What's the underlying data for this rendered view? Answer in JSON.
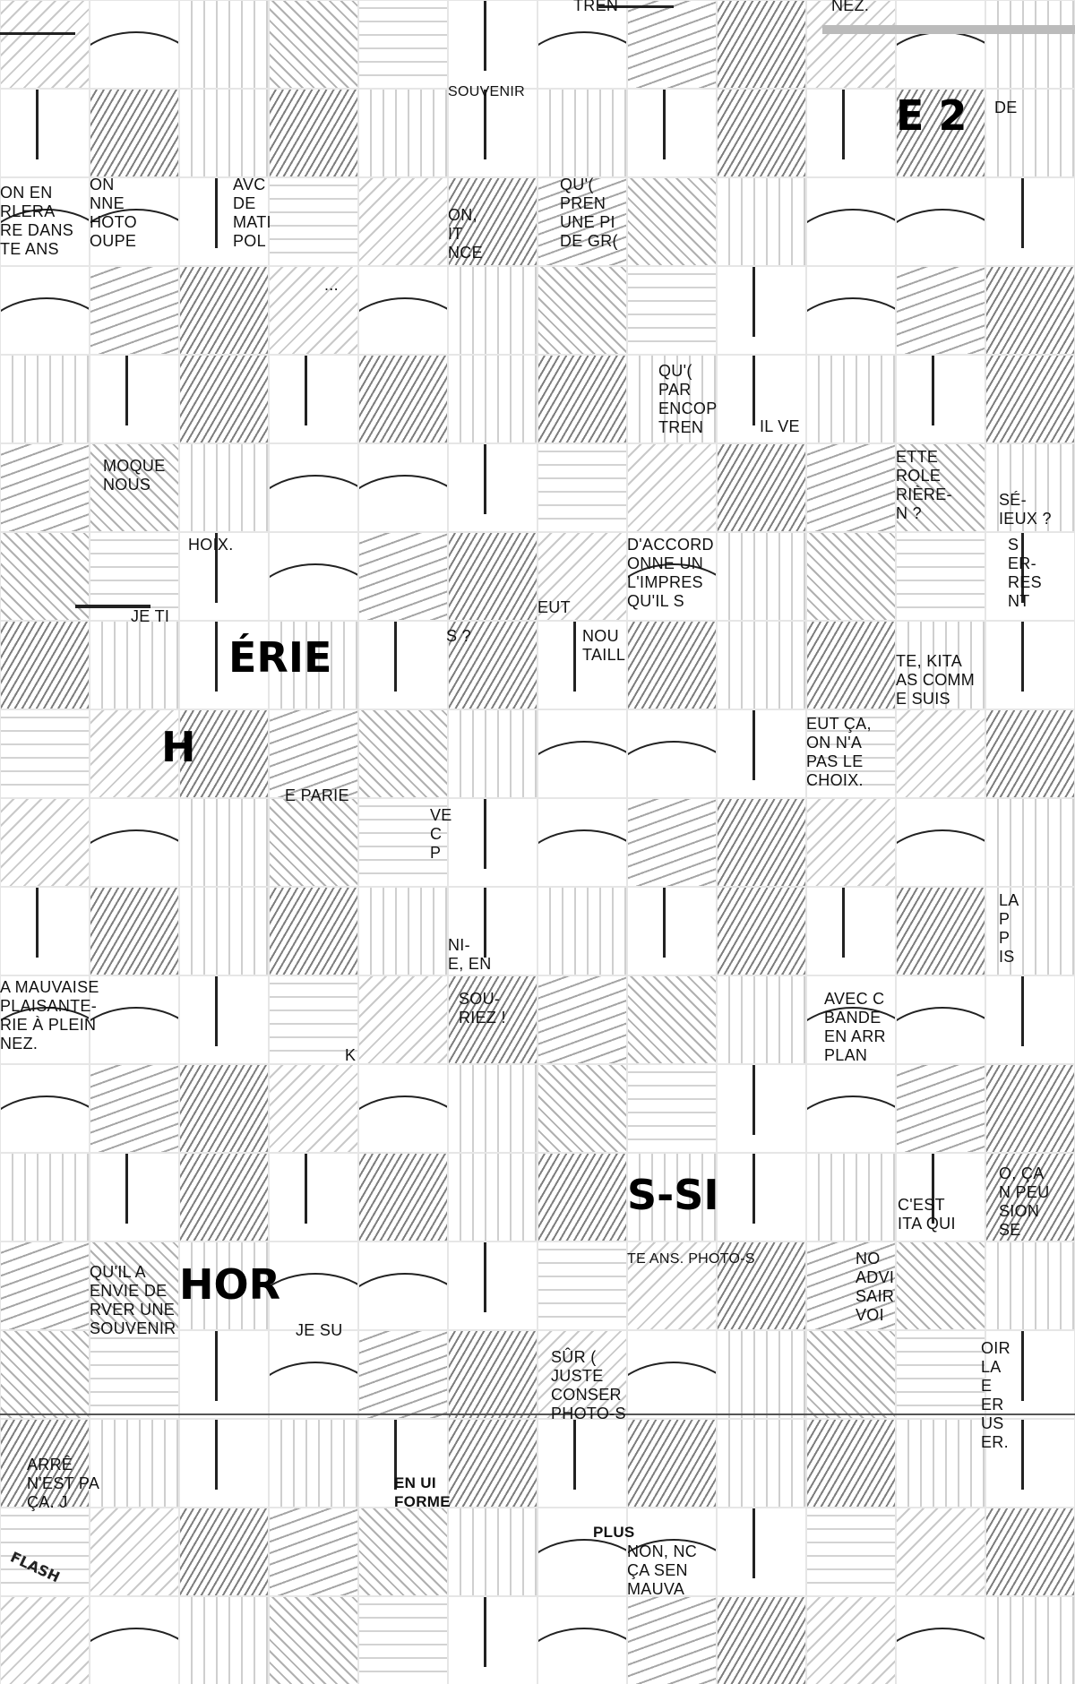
{
  "captions": [
    {
      "text": "TREN"
    },
    {
      "text": "NEZ."
    },
    {
      "text": "SOUVENIR"
    },
    {
      "text": "E 2"
    },
    {
      "text": "DE"
    },
    {
      "text": "ON EN\nRLERA\nRE DANS\nTE ANS"
    },
    {
      "text": "ON\nNNE\nHOTO\nOUPE"
    },
    {
      "text": "AVC\nDE\nMATI\nPOL"
    },
    {
      "text": "ON,\nIT\nNCE"
    },
    {
      "text": "QU'(\nPREN\nUNE PI\nDE GR("
    },
    {
      "text": "..."
    },
    {
      "text": "QU'(\nPAR\nENCOP\nTREN"
    },
    {
      "text": "IL VE"
    },
    {
      "text": "MOQUE\nNOUS"
    },
    {
      "text": "ETTE\nROLE\nRIÈRE-\nN ?"
    },
    {
      "text": "SÉ-\nIEUX ?"
    },
    {
      "text": "HOIX."
    },
    {
      "text": "D'ACCORD\nONNE UN\nL'IMPRES\nQU'IL S"
    },
    {
      "text": "S\nER-\nRES\nNT"
    },
    {
      "text": "JE TI"
    },
    {
      "text": "EUT"
    },
    {
      "text": "NOU\nTAILL"
    },
    {
      "text": "S ?"
    },
    {
      "text": "ÉRIE"
    },
    {
      "text": "TE, KITA\nAS COMM\nE SUIS"
    },
    {
      "text": "H"
    },
    {
      "text": "EUT ÇA,\nON N'A\nPAS LE\nCHOIX."
    },
    {
      "text": "E PARIE"
    },
    {
      "text": "VE\nC\nP"
    },
    {
      "text": "LA\nP\nP\nIS"
    },
    {
      "text": "NI-\nE, EN"
    },
    {
      "text": "A MAUVAISE\nPLAISANTE-\nRIE À PLEIN\nNEZ."
    },
    {
      "text": "SOU-\nRIEZ !"
    },
    {
      "text": "AVEC C\nBANDE\nEN ARR\nPLAN"
    },
    {
      "text": "K"
    },
    {
      "text": "S-SI"
    },
    {
      "text": "O, ÇA\nN PEU\nSION\nSE"
    },
    {
      "text": "C'EST\nITA QUI"
    },
    {
      "text": "QU'IL A\nENVIE DE\nRVER UNE\nSOUVENIR"
    },
    {
      "text": "HOR"
    },
    {
      "text": "TE ANS. PHOTO-S"
    },
    {
      "text": "NO\nADVI\nSAIR\nVOI"
    },
    {
      "text": "JE SU"
    },
    {
      "text": "SÛR (\nJUSTE\nCONSER\nPHOTO-S"
    },
    {
      "text": "OIR\nLA\nE\nER\nUS\nER."
    },
    {
      "text": "ARRÊ\nN'EST PA\nÇA. J"
    },
    {
      "text": "EN UI\nFORME"
    },
    {
      "text": "PLUS"
    },
    {
      "text": "NON, NC\nÇA SEN\nMAUVA"
    }
  ],
  "sfx": {
    "flash": "FLASH"
  }
}
